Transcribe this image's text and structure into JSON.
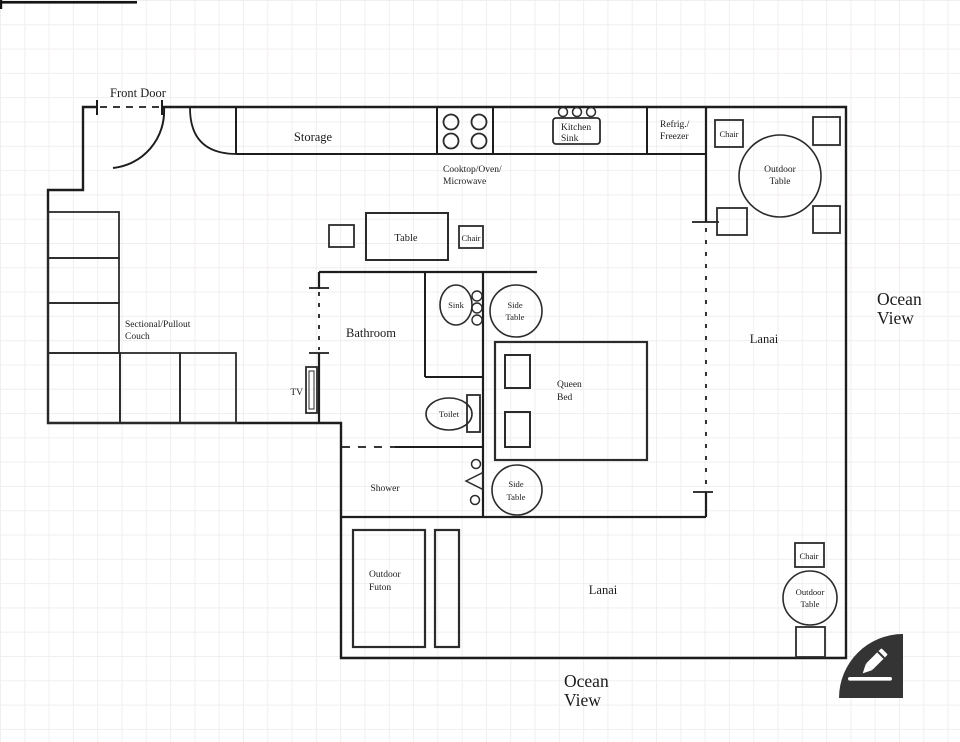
{
  "labels": {
    "front_door": "Front Door",
    "storage": "Storage",
    "cooktop": [
      "Cooktop/Oven/",
      "Microwave"
    ],
    "kitchen_sink": [
      "Kitchen",
      "Sink"
    ],
    "refrig": [
      "Refrig./",
      "Freezer"
    ],
    "chair": "Chair",
    "table": "Table",
    "outdoor_table": [
      "Outdoor",
      "Table"
    ],
    "sectional_couch": [
      "Sectional/Pullout",
      "Couch"
    ],
    "bathroom": "Bathroom",
    "sink": "Sink",
    "toilet": "Toilet",
    "tv": "TV",
    "shower": "Shower",
    "side_table": [
      "Side",
      "Table"
    ],
    "queen_bed": [
      "Queen",
      "Bed"
    ],
    "lanai": "Lanai",
    "outdoor_futon": [
      "Outdoor",
      "Futon"
    ],
    "ocean_view": [
      "Ocean",
      "View"
    ]
  },
  "controls": {
    "edit_button_icon": "pencil-icon"
  },
  "colors": {
    "wall_line": "#1d1d1d",
    "grid_line": "#f1eeee",
    "edit_button_bg": "#343434",
    "edit_button_icon": "#ffffff"
  }
}
